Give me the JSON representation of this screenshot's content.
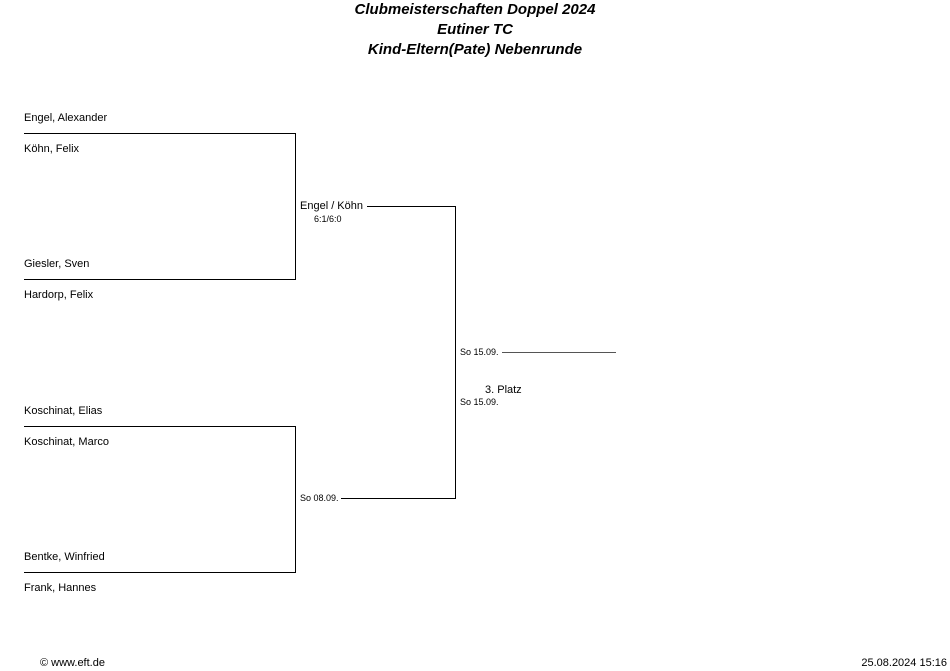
{
  "header": {
    "title": "Clubmeisterschaften Doppel 2024",
    "club": "Eutiner TC",
    "round": "Kind-Eltern(Pate) Nebenrunde"
  },
  "round1": {
    "players": [
      "Engel, Alexander",
      "Köhn, Felix",
      "Giesler, Sven",
      "Hardorp, Felix",
      "Koschinat, Elias",
      "Koschinat, Marco",
      "Bentke, Winfried",
      "Frank, Hannes"
    ]
  },
  "round2": {
    "match1": {
      "winner": "Engel / Köhn",
      "score": "6:1/6:0"
    },
    "match2": {
      "date": "So 08.09."
    }
  },
  "final": {
    "date_top": "So 15.09.",
    "label": "3. Platz",
    "date_bottom": "So 15.09."
  },
  "footer": {
    "left": "© www.eft.de",
    "right": "25.08.2024 15:16"
  }
}
